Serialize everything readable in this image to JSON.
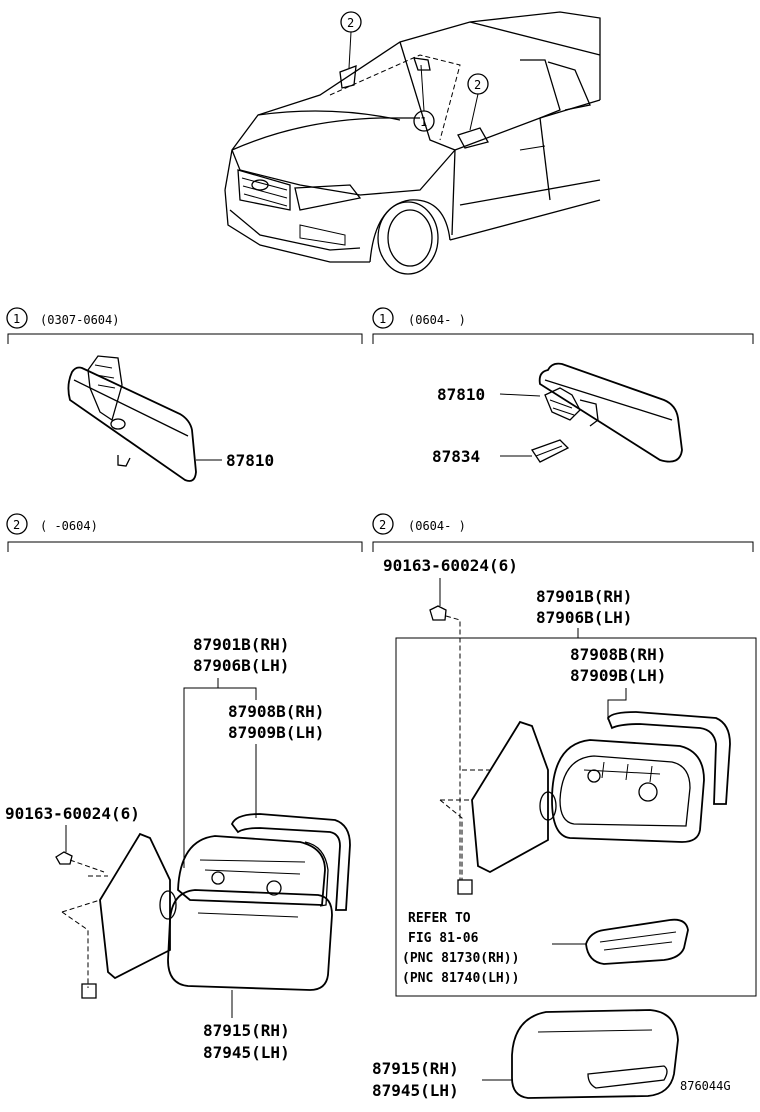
{
  "overview": {
    "callout_mirror_inner": "1",
    "callout_mirror_outer_left": "2",
    "callout_mirror_outer_right": "2"
  },
  "sections": {
    "inner_early": {
      "badge": "1",
      "range": "(0307-0604)"
    },
    "inner_late": {
      "badge": "1",
      "range": "(0604-      )"
    },
    "outer_early": {
      "badge": "2",
      "range": "(      -0604)"
    },
    "outer_late": {
      "badge": "2",
      "range": "(0604-      )"
    }
  },
  "inner_early": {
    "mirror_part": "87810"
  },
  "inner_late": {
    "mirror_part": "87810",
    "cover_part": "87834"
  },
  "outer_early": {
    "mirror_assy_rh": "87901B(RH)",
    "mirror_assy_lh": "87906B(LH)",
    "cover_rh": "87908B(RH)",
    "cover_lh": "87909B(LH)",
    "screw": "90163-60024(6)",
    "outer_cover_rh": "87915(RH)",
    "outer_cover_lh": "87945(LH)"
  },
  "outer_late": {
    "screw": "90163-60024(6)",
    "mirror_assy_rh": "87901B(RH)",
    "mirror_assy_lh": "87906B(LH)",
    "cover_rh": "87908B(RH)",
    "cover_lh": "87909B(LH)",
    "refer_line1": "REFER TO",
    "refer_line2": "FIG 81-06",
    "refer_line3": "(PNC 81730(RH))",
    "refer_line4": "(PNC 81740(LH))",
    "outer_cover_rh": "87915(RH)",
    "outer_cover_lh": "87945(LH)"
  },
  "figure_id": "876044G"
}
